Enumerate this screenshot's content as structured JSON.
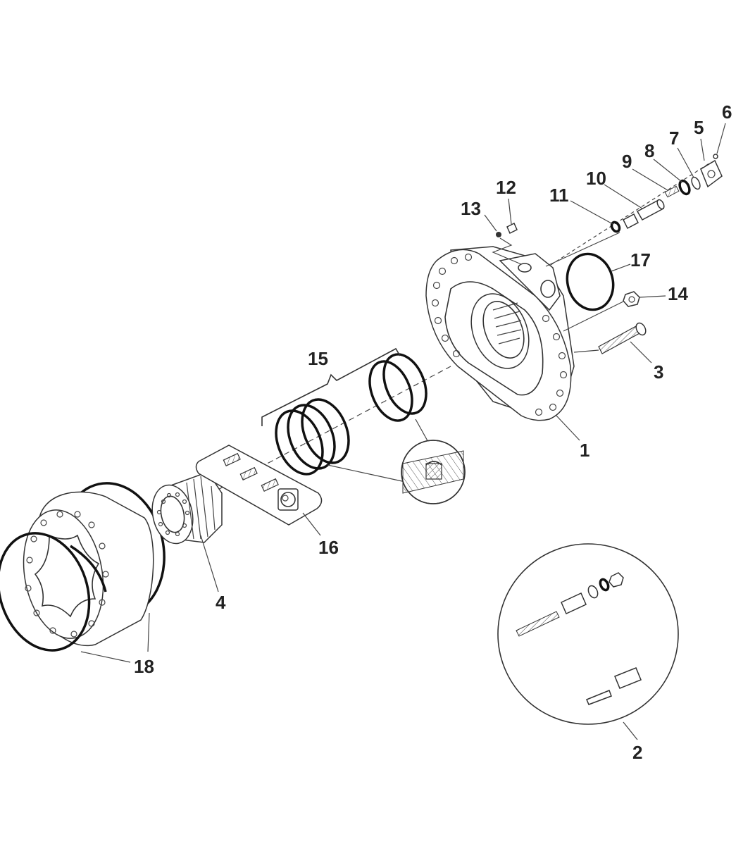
{
  "callouts": [
    {
      "id": "c1",
      "label": "1"
    },
    {
      "id": "c2",
      "label": "2"
    },
    {
      "id": "c3",
      "label": "3"
    },
    {
      "id": "c4",
      "label": "4"
    },
    {
      "id": "c5",
      "label": "5"
    },
    {
      "id": "c6",
      "label": "6"
    },
    {
      "id": "c7",
      "label": "7"
    },
    {
      "id": "c8",
      "label": "8"
    },
    {
      "id": "c9",
      "label": "9"
    },
    {
      "id": "c10",
      "label": "10"
    },
    {
      "id": "c11",
      "label": "11"
    },
    {
      "id": "c12",
      "label": "12"
    },
    {
      "id": "c13",
      "label": "13"
    },
    {
      "id": "c14",
      "label": "14"
    },
    {
      "id": "c15",
      "label": "15"
    },
    {
      "id": "c16",
      "label": "16"
    },
    {
      "id": "c17",
      "label": "17"
    },
    {
      "id": "c18",
      "label": "18"
    }
  ],
  "colors": {
    "line": "#333333",
    "label": "#222222",
    "background": "#ffffff"
  }
}
